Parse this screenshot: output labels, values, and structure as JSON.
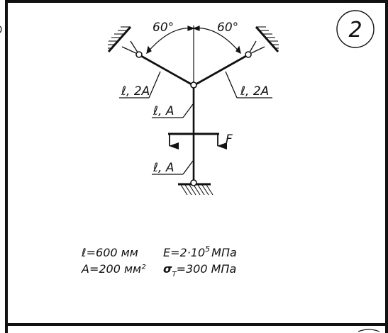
{
  "problem_number": "2",
  "angles": {
    "left": "60°",
    "right": "60°"
  },
  "members": {
    "left_diagonal": "ℓ, 2A",
    "right_diagonal": "ℓ, 2A",
    "upper_vertical": "ℓ, A",
    "lower_vertical": "ℓ, A"
  },
  "load": {
    "label": "F"
  },
  "given": {
    "length": "ℓ=600 мм",
    "area": "A=200 мм²",
    "modulus_prefix": "E=2·10",
    "modulus_exp": "5",
    "modulus_unit": "МПа",
    "yield_symbol": "σ",
    "yield_sub": "T",
    "yield_value": "=300 МПа"
  },
  "colors": {
    "ink": "#111111",
    "paper": "#ffffff"
  }
}
